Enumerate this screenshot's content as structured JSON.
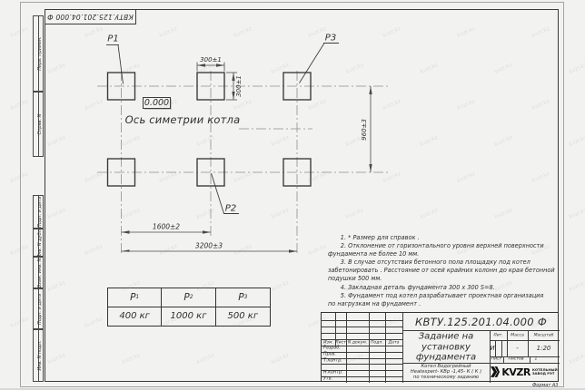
{
  "stamp_top": "КВТУ.125.201.04.000  Ф",
  "margin_fields": [
    "Перв. примен.",
    "Справ. N",
    "Подп. и дата",
    "Инв. N дубл.",
    "Взам. инв. N",
    "Подп. и дата",
    "Инв. N подл."
  ],
  "drawing": {
    "labels": {
      "p1": "P1",
      "p2": "P2",
      "p3": "P3",
      "level": "0.000",
      "axis": "Ось симетрии котла"
    },
    "dims": {
      "w300": "300±1",
      "h300": "300±1",
      "v960": "960±3",
      "w1600": "1600±2",
      "w3200": "3200±3"
    }
  },
  "load_table": {
    "headers": [
      {
        "base": "P",
        "sub": "1"
      },
      {
        "base": "P",
        "sub": "2"
      },
      {
        "base": "P",
        "sub": "3"
      }
    ],
    "values": [
      "400  кг",
      "1000  кг",
      "500  кг"
    ]
  },
  "notes": {
    "lines": [
      "1.  * Размер для справок .",
      "2.  Отклонение от горизонтального уровня верхней поверхности",
      "фундамента не более  10  мм.",
      "3.  В случае отсутствия бетонного пола площадку под котел",
      "забетонировать . Расстояние от осей крайних колонн до края бетонной",
      "подушки  500  мм.",
      "4.  Закладная деталь фундамента   300 х 300  S=8.",
      "5.  Фундамент под котел разрабатывает проектная организация",
      "по нагрузкам на фундамент ."
    ]
  },
  "title_block": {
    "designation": "КВТУ.125.201.04.000  Ф",
    "title_lines": [
      "Задание на",
      "установку",
      "фундамента"
    ],
    "subtitle_lines": [
      "Котел Водогрейный",
      "Heatexpert- КВр -1,45- К ( К )",
      "по техническому заданию"
    ],
    "header_cols": {
      "izm": "Изм.",
      "list": "Лист",
      "n_dokum": "N докум.",
      "podp": "Подп.",
      "data": "Дата"
    },
    "row_labels": [
      "Разраб.",
      "Пров.",
      "Т.контр.",
      "",
      "Н.контр.",
      "Утв."
    ],
    "lit_header": "Лит.",
    "massa_header": "Масса",
    "masshtab_header": "Масштаб",
    "lit_value": "И",
    "massa_value": "-",
    "masshtab_value": "1:20",
    "list_label": "Лист",
    "listov_label": "Листов",
    "listov_value": "1",
    "logo_text": "KVZR",
    "logo_caption_lines": [
      "КОТЕЛЬНЫЙ",
      "ЗАВОД РЭТ"
    ],
    "format_label": "Формат А3"
  },
  "watermark": {
    "text": "kvzr.kz"
  }
}
